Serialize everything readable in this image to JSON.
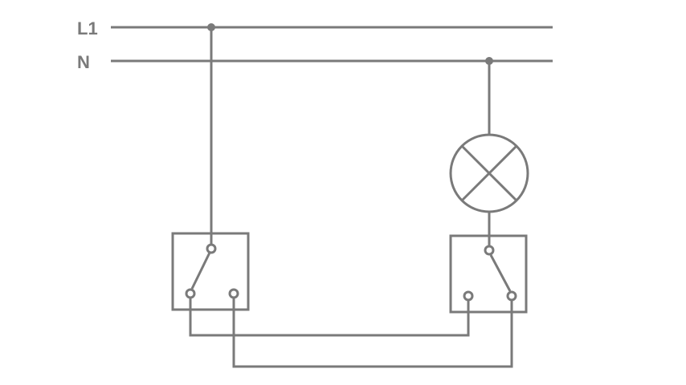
{
  "colors": {
    "line": "#7a7a7a",
    "background": "#ffffff"
  },
  "lines": {
    "live_label": "L1",
    "neutral_label": "N"
  },
  "components": {
    "lamp": "lamp-symbol",
    "switches": [
      "two-way-switch",
      "two-way-switch"
    ]
  }
}
